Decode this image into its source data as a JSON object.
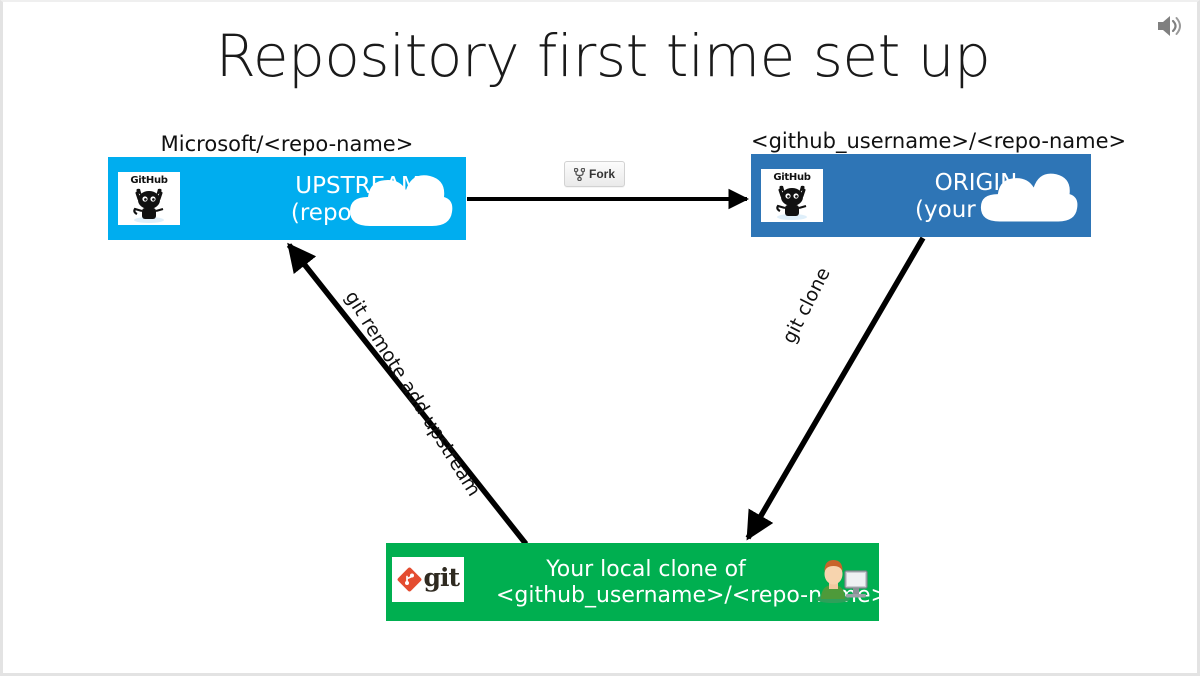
{
  "slide": {
    "title": "Repository first time set up",
    "background": "#ffffff",
    "speaker_icon": "speaker-icon"
  },
  "nodes": {
    "upstream": {
      "caption": "Microsoft/<repo-name>",
      "label_line1": "UPSTREAM",
      "label_line2": "(repository)",
      "color": "#00ADEF",
      "logo": "github-logo",
      "logo_word": "GitHub",
      "decoration": "cloud-icon"
    },
    "origin": {
      "caption": "<github_username>/<repo-name>",
      "label_line1": "ORIGIN",
      "label_line2": "(your fork)",
      "color": "#2E75B6",
      "logo": "github-logo",
      "logo_word": "GitHub",
      "decoration": "cloud-icon"
    },
    "local": {
      "label_line1": "Your local clone of",
      "label_line2": "<github_username>/<repo-name>",
      "color": "#00AF50",
      "logo": "git-logo",
      "logo_word": "git",
      "decoration": "person-at-computer-icon"
    }
  },
  "edges": {
    "fork": {
      "label": "Fork",
      "icon": "fork-icon",
      "from": "upstream",
      "to": "origin"
    },
    "clone": {
      "label": "git clone",
      "from": "origin",
      "to": "local"
    },
    "remote_add": {
      "label": "git remote add upstream",
      "from": "local",
      "to": "upstream"
    }
  }
}
